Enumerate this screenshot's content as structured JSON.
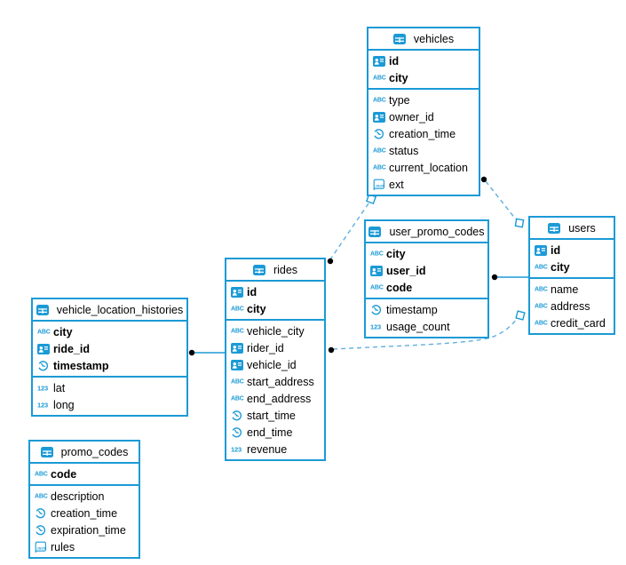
{
  "diagram_type": "entity-relationship-diagram",
  "colors": {
    "accent": "#1b9ad6",
    "dashed_line": "#5fafe0",
    "solid_line": "#1b9ad6",
    "dot_marker": "#000000",
    "background": "#ffffff",
    "text": "#000000"
  },
  "tables": [
    {
      "name": "vehicles",
      "fields": [
        {
          "name": "id",
          "icon": "uuid-icon",
          "pk": true
        },
        {
          "name": "city",
          "icon": "string-icon",
          "pk": true
        },
        {
          "name": "type",
          "icon": "string-icon",
          "pk": false
        },
        {
          "name": "owner_id",
          "icon": "uuid-icon",
          "pk": false
        },
        {
          "name": "creation_time",
          "icon": "timestamp-icon",
          "pk": false
        },
        {
          "name": "status",
          "icon": "string-icon",
          "pk": false
        },
        {
          "name": "current_location",
          "icon": "string-icon",
          "pk": false
        },
        {
          "name": "ext",
          "icon": "json-icon",
          "pk": false
        }
      ]
    },
    {
      "name": "user_promo_codes",
      "fields": [
        {
          "name": "city",
          "icon": "string-icon",
          "pk": true
        },
        {
          "name": "user_id",
          "icon": "uuid-icon",
          "pk": true
        },
        {
          "name": "code",
          "icon": "string-icon",
          "pk": true
        },
        {
          "name": "timestamp",
          "icon": "timestamp-icon",
          "pk": false
        },
        {
          "name": "usage_count",
          "icon": "number-icon",
          "pk": false
        }
      ]
    },
    {
      "name": "users",
      "fields": [
        {
          "name": "id",
          "icon": "uuid-icon",
          "pk": true
        },
        {
          "name": "city",
          "icon": "string-icon",
          "pk": true
        },
        {
          "name": "name",
          "icon": "string-icon",
          "pk": false
        },
        {
          "name": "address",
          "icon": "string-icon",
          "pk": false
        },
        {
          "name": "credit_card",
          "icon": "string-icon",
          "pk": false
        }
      ]
    },
    {
      "name": "rides",
      "fields": [
        {
          "name": "id",
          "icon": "uuid-icon",
          "pk": true
        },
        {
          "name": "city",
          "icon": "string-icon",
          "pk": true
        },
        {
          "name": "vehicle_city",
          "icon": "string-icon",
          "pk": false
        },
        {
          "name": "rider_id",
          "icon": "uuid-icon",
          "pk": false
        },
        {
          "name": "vehicle_id",
          "icon": "uuid-icon",
          "pk": false
        },
        {
          "name": "start_address",
          "icon": "string-icon",
          "pk": false
        },
        {
          "name": "end_address",
          "icon": "string-icon",
          "pk": false
        },
        {
          "name": "start_time",
          "icon": "timestamp-icon",
          "pk": false
        },
        {
          "name": "end_time",
          "icon": "timestamp-icon",
          "pk": false
        },
        {
          "name": "revenue",
          "icon": "number-icon",
          "pk": false
        }
      ]
    },
    {
      "name": "vehicle_location_histories",
      "fields": [
        {
          "name": "city",
          "icon": "string-icon",
          "pk": true
        },
        {
          "name": "ride_id",
          "icon": "uuid-icon",
          "pk": true
        },
        {
          "name": "timestamp",
          "icon": "timestamp-icon",
          "pk": true
        },
        {
          "name": "lat",
          "icon": "number-icon",
          "pk": false
        },
        {
          "name": "long",
          "icon": "number-icon",
          "pk": false
        }
      ]
    },
    {
      "name": "promo_codes",
      "fields": [
        {
          "name": "code",
          "icon": "string-icon",
          "pk": true
        },
        {
          "name": "description",
          "icon": "string-icon",
          "pk": false
        },
        {
          "name": "creation_time",
          "icon": "timestamp-icon",
          "pk": false
        },
        {
          "name": "expiration_time",
          "icon": "timestamp-icon",
          "pk": false
        },
        {
          "name": "rules",
          "icon": "json-icon",
          "pk": false
        }
      ]
    }
  ],
  "relationships": [
    {
      "id": "vehicles-rides",
      "from": "rides",
      "to": "vehicles",
      "style": "dashed",
      "dot_end": "rides",
      "square_end": "vehicles"
    },
    {
      "id": "vehicles-users",
      "from": "vehicles",
      "to": "users",
      "style": "dashed",
      "dot_end": "vehicles",
      "square_end": "users"
    },
    {
      "id": "user_promo_codes-users",
      "from": "user_promo_codes",
      "to": "users",
      "style": "solid",
      "dot_end": "user_promo_codes",
      "square_end": null
    },
    {
      "id": "rides-users",
      "from": "rides",
      "to": "users",
      "style": "dashed",
      "dot_end": "rides",
      "square_end": "users"
    },
    {
      "id": "vehicle_location_histories-rides",
      "from": "vehicle_location_histories",
      "to": "rides",
      "style": "solid",
      "dot_end": "vehicle_location_histories",
      "square_end": null
    }
  ]
}
